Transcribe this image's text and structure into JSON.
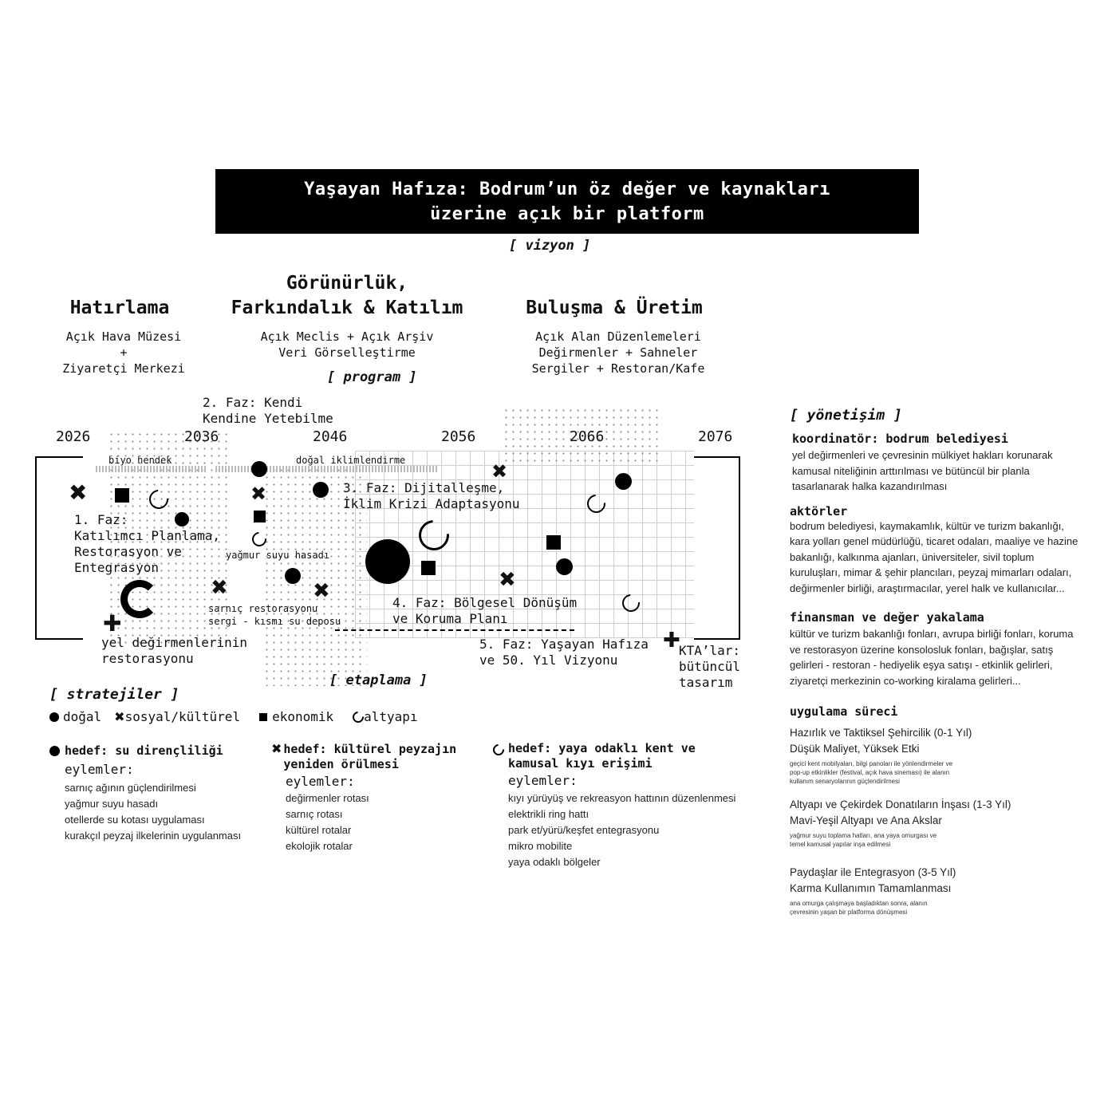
{
  "vision": {
    "title_line1": "Yaşayan Hafıza: Bodrum’un öz değer ve kaynakları",
    "title_line2": "üzerine açık bir platform",
    "tag": "[ vizyon ]"
  },
  "program": {
    "tag": "[ program ]",
    "columns": [
      {
        "heading": "Hatırlama",
        "heading_pre": "",
        "items": "Açık Hava Müzesi\n+\nZiyaretçi Merkezi"
      },
      {
        "heading_pre": "Görünürlük,",
        "heading": "Farkındalık & Katılım",
        "items": "Açık Meclis + Açık Arşiv\nVeri Görselleştirme"
      },
      {
        "heading_pre": "",
        "heading": "Buluşma & Üretim",
        "items": "Açık Alan Düzenlemeleri\nDeğirmenler + Sahneler\nSergiler + Restoran/Kafe"
      }
    ]
  },
  "timeline": {
    "years": [
      "2026",
      "2036",
      "2046",
      "2056",
      "2066",
      "2076"
    ],
    "tag": "[ etaplama ]",
    "phases": {
      "p1": "1. Faz:\nKatılımcı Planlama,\nRestorasyon ve\nEntegrasyon",
      "p2": "2. Faz: Kendi\nKendine Yetebilme",
      "p3": "3. Faz: Dijitalleşme,\nİklim Krizi Adaptasyonu",
      "p4": "4. Faz: Bölgesel Dönüşüm\nve Koruma Planı",
      "p5": "5. Faz: Yaşayan Hafıza\nve 50. Yıl Vizyonu"
    },
    "labels": {
      "biyo": "biyo hendek",
      "iklim": "doğal iklimlendirme",
      "yagmur": "yağmur suyu hasadı",
      "sarnic": "sarnıç restorasyonu\nsergi - kısmı su deposu",
      "yel": "yel değirmenlerinin\nrestorasyonu",
      "kta": "KTA’lar:\nbütüncül\ntasarım"
    }
  },
  "strategies": {
    "tag": "[ stratejiler ]",
    "legend": [
      "doğal",
      "sosyal/kültürel",
      "ekonomik",
      "altyapı"
    ],
    "goals": [
      {
        "heading": "hedef: su dirençliliği",
        "sub": "eylemler:",
        "actions": [
          "sarnıç ağının güçlendirilmesi",
          "yağmur suyu hasadı",
          "otellerde su kotası uygulaması",
          "kurakçıl peyzaj ilkelerinin uygulanması"
        ]
      },
      {
        "heading": "hedef: kültürel peyzajın\nyeniden örülmesi",
        "sub": "eylemler:",
        "actions": [
          "değirmenler rotası",
          "sarnıç rotası",
          "kültürel rotalar",
          "ekolojik rotalar"
        ]
      },
      {
        "heading": "hedef: yaya odaklı kent ve\nkamusal kıyı erişimi",
        "sub": "eylemler:",
        "actions": [
          "kıyı yürüyüş ve rekreasyon hattının düzenlenmesi",
          "elektrikli ring hattı",
          "park et/yürü/keşfet entegrasyonu",
          "mikro mobilite",
          "yaya odaklı bölgeler"
        ]
      }
    ]
  },
  "governance": {
    "tag": "[ yönetişim ]",
    "coordinator_heading": "koordinatör: bodrum belediyesi",
    "coordinator_text": "yel değirmenleri ve çevresinin mülkiyet hakları korunarak kamusal niteliğinin arttırılması ve bütüncül bir planla tasarlanarak halka kazandırılması",
    "actors_heading": "aktörler",
    "actors_text": "bodrum belediyesi, kaymakamlık, kültür ve turizm bakanlığı, kara yolları genel müdürlüğü, ticaret odaları, maaliye ve hazine bakanlığı, kalkınma ajanları,  üniversiteler, sivil toplum kuruluşları, mimar & şehir plancıları, peyzaj mimarları odaları, değirmenler birliği, araştırmacılar, yerel halk ve kullanıcılar...",
    "finance_heading": "finansman ve değer yakalama",
    "finance_text": "kültür ve turizm bakanlığı fonları, avrupa birliği fonları, koruma ve restorasyon üzerine konsolosluk fonları, bağışlar, satış gelirleri - restoran - hediyelik eşya satışı - etkinlik gelirleri, ziyaretçi merkezinin co-working kiralama gelirleri...",
    "process_heading": "uygulama süreci",
    "steps": [
      {
        "title": "Hazırlık ve Taktiksel Şehircilik (0-1 Yıl)",
        "sub": "Düşük Maliyet, Yüksek Etki",
        "note": "geçici kent mobilyaları, bilgi panoları ile yönlendirmeler ve\npop-up etkinlikler (festival, açık hava sineması) ile alanın\nkullanım senaryolarının güçlendirilmesi"
      },
      {
        "title": "Altyapı ve Çekirdek Donatıların İnşası (1-3 Yıl)",
        "sub": "Mavi-Yeşil Altyapı ve Ana Akslar",
        "note": "yağmur suyu toplama hatları, ana yaya omurgası ve\ntemel kamusal yapılar inşa edilmesi"
      },
      {
        "title": "Paydaşlar ile Entegrasyon (3-5 Yıl)",
        "sub": "Karma Kullanımın Tamamlanması",
        "note": "ana omurga çalışmaya başladıktan sonra, alanın\nçevresinin yaşan bir platforma dönüşmesi"
      }
    ]
  }
}
